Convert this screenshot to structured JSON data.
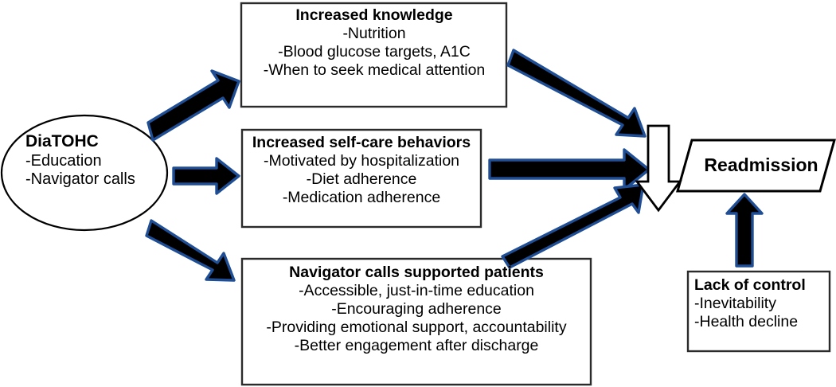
{
  "diagram": {
    "title": "DiaTOHC readmission conceptual model",
    "colors": {
      "arrow_fill": "#000000",
      "arrow_outline": "#1F4E95",
      "shape_outline": "#000000",
      "shape_fill": "#FFFFFF",
      "text": "#000000",
      "background": "#FFFFFF"
    },
    "nodes": {
      "intervention": {
        "shape": "ellipse",
        "title": "DiaTOHC",
        "lines": [
          "-Education",
          "-Navigator calls"
        ]
      },
      "knowledge": {
        "shape": "rectangle",
        "title": "Increased knowledge",
        "lines": [
          "-Nutrition",
          "-Blood glucose targets, A1C",
          "-When to seek medical attention"
        ]
      },
      "selfcare": {
        "shape": "rectangle",
        "title": "Increased self-care behaviors",
        "lines": [
          "-Motivated by hospitalization",
          "-Diet adherence",
          "-Medication adherence"
        ]
      },
      "navigator": {
        "shape": "rectangle",
        "title": "Navigator calls supported patients",
        "lines": [
          "-Accessible, just-in-time education",
          "-Encouraging adherence",
          "-Providing emotional support, accountability",
          "-Better engagement after discharge"
        ]
      },
      "lack_of_control": {
        "shape": "rectangle",
        "title": "Lack of control",
        "lines": [
          "-Inevitability",
          "-Health decline"
        ]
      },
      "readmission": {
        "shape": "parallelogram",
        "title": "Readmission",
        "lines": []
      }
    },
    "connectors": [
      {
        "name": "intervention-to-knowledge",
        "from": "intervention",
        "to": "knowledge",
        "style": "solid-black-blue-outline",
        "direction": "up-right"
      },
      {
        "name": "intervention-to-selfcare",
        "from": "intervention",
        "to": "selfcare",
        "style": "solid-black-blue-outline",
        "direction": "right"
      },
      {
        "name": "intervention-to-navigator",
        "from": "intervention",
        "to": "navigator",
        "style": "solid-black-blue-outline",
        "direction": "down-right"
      },
      {
        "name": "knowledge-to-readmission",
        "from": "knowledge",
        "to": "readmission",
        "style": "solid-black-blue-outline",
        "direction": "down-right"
      },
      {
        "name": "selfcare-to-readmission",
        "from": "selfcare",
        "to": "readmission",
        "style": "solid-black-blue-outline",
        "direction": "right"
      },
      {
        "name": "navigator-to-readmission",
        "from": "navigator",
        "to": "readmission",
        "style": "solid-black-blue-outline",
        "direction": "up-right"
      },
      {
        "name": "readmission-decrease",
        "from": "readmission",
        "to": "",
        "style": "hollow-outlined-block-arrow",
        "direction": "down"
      },
      {
        "name": "lack-of-control-to-readmission",
        "from": "lack_of_control",
        "to": "readmission",
        "style": "solid-black-blue-outline",
        "direction": "up"
      }
    ]
  }
}
